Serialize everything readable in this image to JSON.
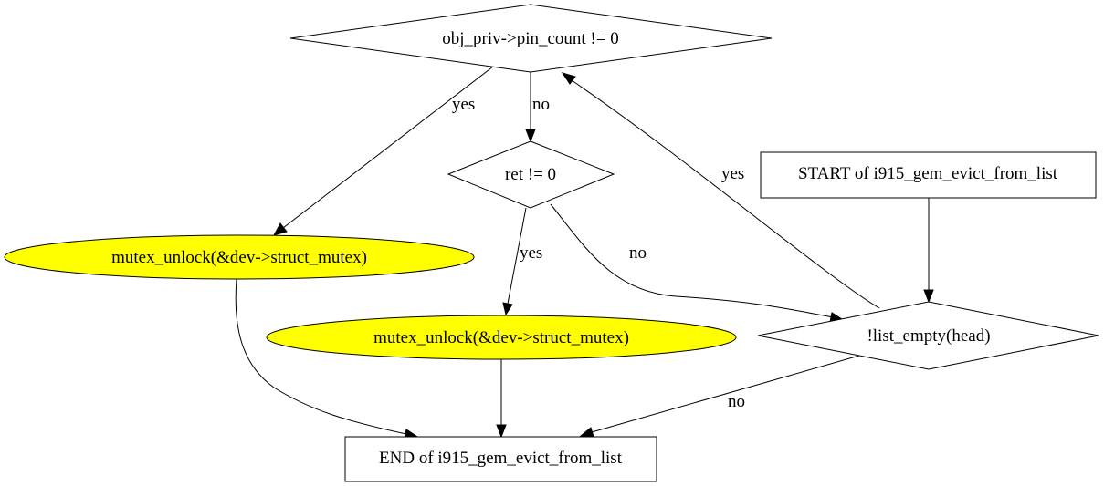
{
  "colors": {
    "highlight_fill": "#ffff00",
    "default_fill": "#ffffff",
    "stroke": "#000000"
  },
  "nodes": {
    "pin_count_check": "obj_priv->pin_count != 0",
    "ret_check": "ret != 0",
    "unlock_left": "mutex_unlock(&dev->struct_mutex)",
    "unlock_middle": "mutex_unlock(&dev->struct_mutex)",
    "start": "START of i915_gem_evict_from_list",
    "list_check": "!list_empty(head)",
    "end": "END of i915_gem_evict_from_list"
  },
  "edges": {
    "pin_to_unlock_left": "yes",
    "pin_to_ret": "no",
    "ret_to_unlock_middle": "yes",
    "ret_to_list": "no",
    "list_to_pin": "yes",
    "list_to_end": "no"
  }
}
